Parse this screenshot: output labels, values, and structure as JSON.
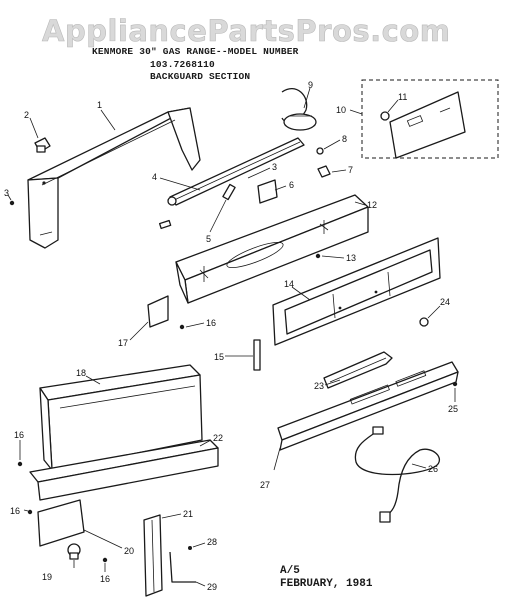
{
  "watermark": "AppliancePartsPros.com",
  "header": {
    "line1": "KENMORE 30\" GAS RANGE--MODEL NUMBER",
    "line2": "103.7268110",
    "line3": "BACKGUARD SECTION"
  },
  "footer": {
    "code": "A/5",
    "date": "FEBRUARY, 1981"
  },
  "callouts": [
    "1",
    "2",
    "3",
    "3",
    "4",
    "5",
    "6",
    "7",
    "8",
    "9",
    "10",
    "11",
    "12",
    "13",
    "14",
    "15",
    "16",
    "16",
    "16",
    "16",
    "17",
    "18",
    "19",
    "20",
    "21",
    "22",
    "23",
    "24",
    "25",
    "26",
    "27",
    "28",
    "29"
  ]
}
